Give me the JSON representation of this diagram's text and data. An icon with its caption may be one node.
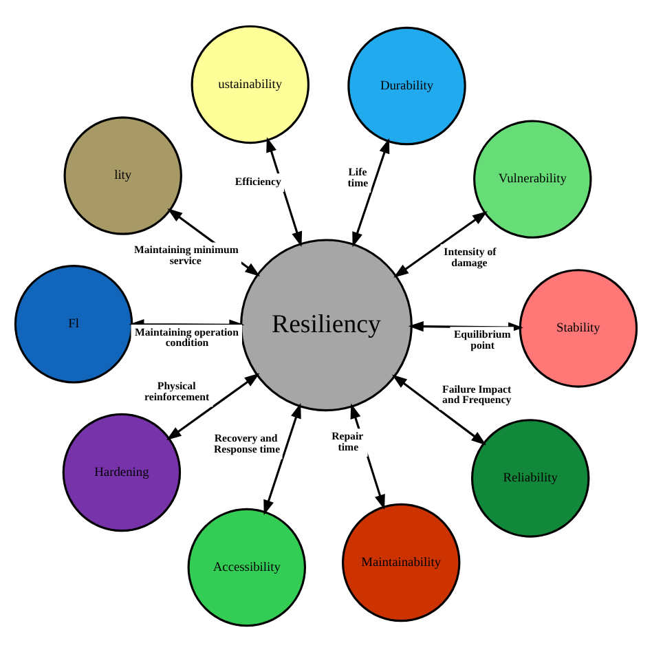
{
  "diagram": {
    "nodes": [
      {
        "text": [
          "Resiliency"
        ]
      },
      {
        "text": [
          "Vulnerability"
        ]
      },
      {
        "text": [
          "Accessibility"
        ]
      },
      {
        "text": [
          "ustainability"
        ]
      },
      {
        "text": [
          "Durability"
        ]
      },
      {
        "text": [
          "lity"
        ]
      },
      {
        "text": [
          "Fl"
        ]
      },
      {
        "text": [
          "Stability"
        ]
      },
      {
        "text": [
          "Hardening"
        ]
      },
      {
        "text": [
          "Reliability"
        ]
      },
      {
        "text": [
          "Maintainability"
        ]
      }
    ],
    "edges": [
      {
        "from": 0,
        "to": 1,
        "arrow": "both",
        "label": "Intensity of damage"
      },
      {
        "from": 0,
        "to": 2,
        "arrow": "both",
        "label": "Recovery and Response time"
      },
      {
        "from": 0,
        "to": 4,
        "arrow": "both",
        "label": "Life time"
      },
      {
        "from": 0,
        "to": 6,
        "arrow": "both",
        "label": "Maintaining operation condition"
      },
      {
        "from": 0,
        "to": 8,
        "arrow": "both",
        "label": "Physical reinforcement"
      },
      {
        "from": 0,
        "to": 10,
        "arrow": "both",
        "label": "Repair time"
      },
      {
        "from": 0,
        "to": 9,
        "arrow": "both",
        "label": "Failure Impact and Frequency"
      },
      {
        "from": 0,
        "to": 7,
        "arrow": "both",
        "label": "Equilibrium point"
      },
      {
        "from": 0,
        "to": 5,
        "arrow": "both",
        "label": "Maintaining minimum service"
      },
      {
        "from": 0,
        "to": 3,
        "arrow": "both",
        "label": "Efficiency"
      }
    ]
  }
}
